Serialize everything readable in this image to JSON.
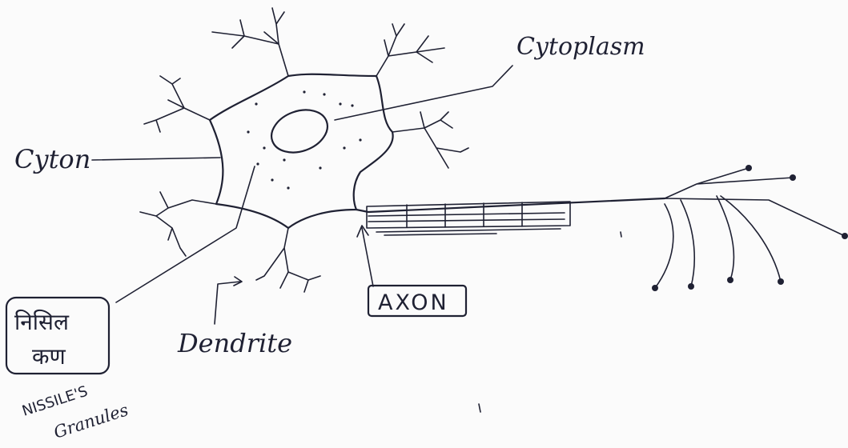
{
  "labels": {
    "cytoplasm": "Cytoplasm",
    "cyton": "Cyton",
    "axon": "AXON",
    "dendrite": "Dendrite",
    "nissl_hindi_line1": "निसिल",
    "nissl_hindi_line2": "कण",
    "nissl_english_line1": "NISSILE'S",
    "nissl_english_line2": "Granules"
  }
}
